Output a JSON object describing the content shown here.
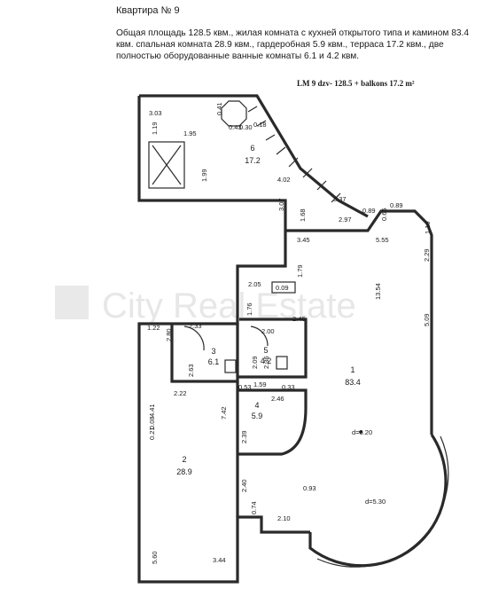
{
  "header": {
    "title": "Квартира № 9",
    "description": "Общая площадь 128.5 квм., жилая комната с кухней открытого типа и камином 83.4 квм. спальная комната 28.9 квм., гардеробная 5.9 квм., терраса 17.2 квм., две полностью оборудованные ванные комнаты 6.1 и 4.2 квм."
  },
  "plan": {
    "title": "LM 9 dzv- 128.5 + balkons 17.2 m²",
    "watermark": "City Real Estate",
    "rooms": {
      "r1_num": "1",
      "r1_area": "83.4",
      "r2_num": "2",
      "r2_area": "28.9",
      "r3_num": "3",
      "r3_area": "6.1",
      "r4_num": "4",
      "r4_area": "5.9",
      "r5_num": "5",
      "r5_area": "4.2",
      "r6_num": "6",
      "r6_area": "17.2"
    },
    "dims": {
      "d303": "3.03",
      "d195": "1.95",
      "d119": "1.19",
      "d199": "1.99",
      "d402": "4.02",
      "d307": "3.07",
      "d168": "1.68",
      "d297": "2.97",
      "d345": "3.45",
      "d555": "5.55",
      "d229": "2.29",
      "d179": "1.79",
      "d205": "2.05",
      "d009": "0.09",
      "d1354": "13.54",
      "d176": "1.76",
      "d246a": "2.46",
      "d122": "1.22",
      "d280": "2.80",
      "d233": "2.33",
      "d200": "2.00",
      "d263": "2.63",
      "d209": "2.09",
      "d236": "2.36",
      "d222": "2.22",
      "d159": "1.59",
      "d053": "0.53",
      "d033": "0.33",
      "d246b": "2.46",
      "d742": "7.42",
      "d441": "4.41",
      "d239": "2.39",
      "d240": "2.40",
      "d074": "0.74",
      "d210": "2.10",
      "d560": "5.60",
      "d344": "3.44",
      "d093": "0.93",
      "d509": "5.09",
      "d110": "1.10",
      "d337": "3.37",
      "d089": "0.89",
      "d065": "0.65",
      "d089b": "0.89",
      "d008": "0.08",
      "d021": "0.21",
      "d041": "0.41",
      "d043": "0.43",
      "d030": "0.30",
      "d018": "0.18",
      "dd020": "d=0.20",
      "dd530": "d=5.30"
    }
  }
}
